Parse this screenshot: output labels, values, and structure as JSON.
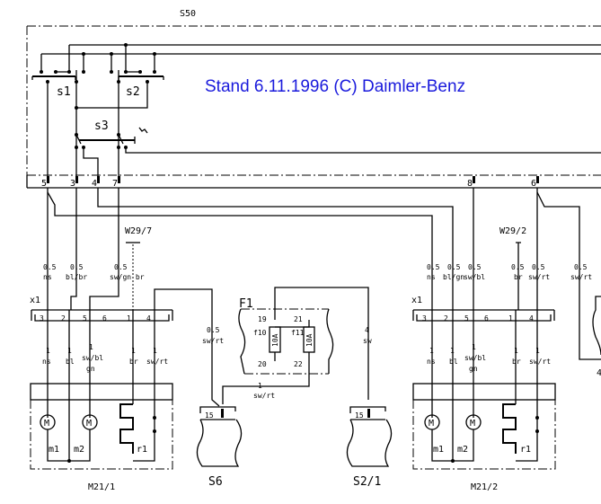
{
  "stamp": "Stand 6.11.1996   (C) Daimler-Benz",
  "stamp_color": "#1a1adc",
  "components": {
    "s50": "S50",
    "s1": "s1",
    "s2": "s2",
    "s3": "s3",
    "w29_7": "W29/7",
    "w29_2": "W29/2",
    "f1": "F1",
    "s6": "S6",
    "s2_1": "S2/1",
    "m21_1": "M21/1",
    "m21_2": "M21/2",
    "x1_left": "x1",
    "x1_right": "x1"
  },
  "s50_pins": [
    "5",
    "3",
    "4",
    "7",
    "8",
    "6"
  ],
  "left_wires_top": [
    {
      "size": "0.5",
      "color": "ns"
    },
    {
      "size": "0.5",
      "color": "bl/br"
    },
    {
      "size": "0.5",
      "color": "sw/gn br"
    }
  ],
  "right_wires_top": [
    {
      "size": "0.5",
      "color": "ns"
    },
    {
      "size": "0.5",
      "color": "bl/gn"
    },
    {
      "size": "0.5",
      "color": "sw/bl"
    },
    {
      "size": "0.5",
      "color": "br"
    },
    {
      "size": "0.5",
      "color": "sw/rt"
    },
    {
      "size": "0.5",
      "color": "sw/rt"
    }
  ],
  "connector_pins": [
    "3",
    "2",
    "5",
    "6",
    "1",
    "4"
  ],
  "motor_wires": [
    {
      "size": "1",
      "color": "ns"
    },
    {
      "size": "1",
      "color": "bl"
    },
    {
      "size": "1",
      "color": "sw/bl",
      "color2": "gn"
    },
    {
      "size": "1",
      "color": "br"
    },
    {
      "size": "1",
      "color": "sw/rt"
    }
  ],
  "motor_labels": {
    "m1": "m1",
    "m2": "m2",
    "r1": "r1",
    "motor_glyph": "M"
  },
  "s6_wire": {
    "size": "0.5",
    "color": "sw/rt"
  },
  "fuse_box": {
    "pins": [
      "19",
      "21",
      "20",
      "22"
    ],
    "fuses": [
      {
        "name": "f10",
        "rating": "10A"
      },
      {
        "name": "f11",
        "rating": "10A"
      }
    ],
    "out_wire": {
      "size": "1",
      "color": "sw/rt"
    }
  },
  "s2_1_wire": {
    "size": "4",
    "color": "sw"
  },
  "terminal_15": "15",
  "partial_right_text": "4"
}
